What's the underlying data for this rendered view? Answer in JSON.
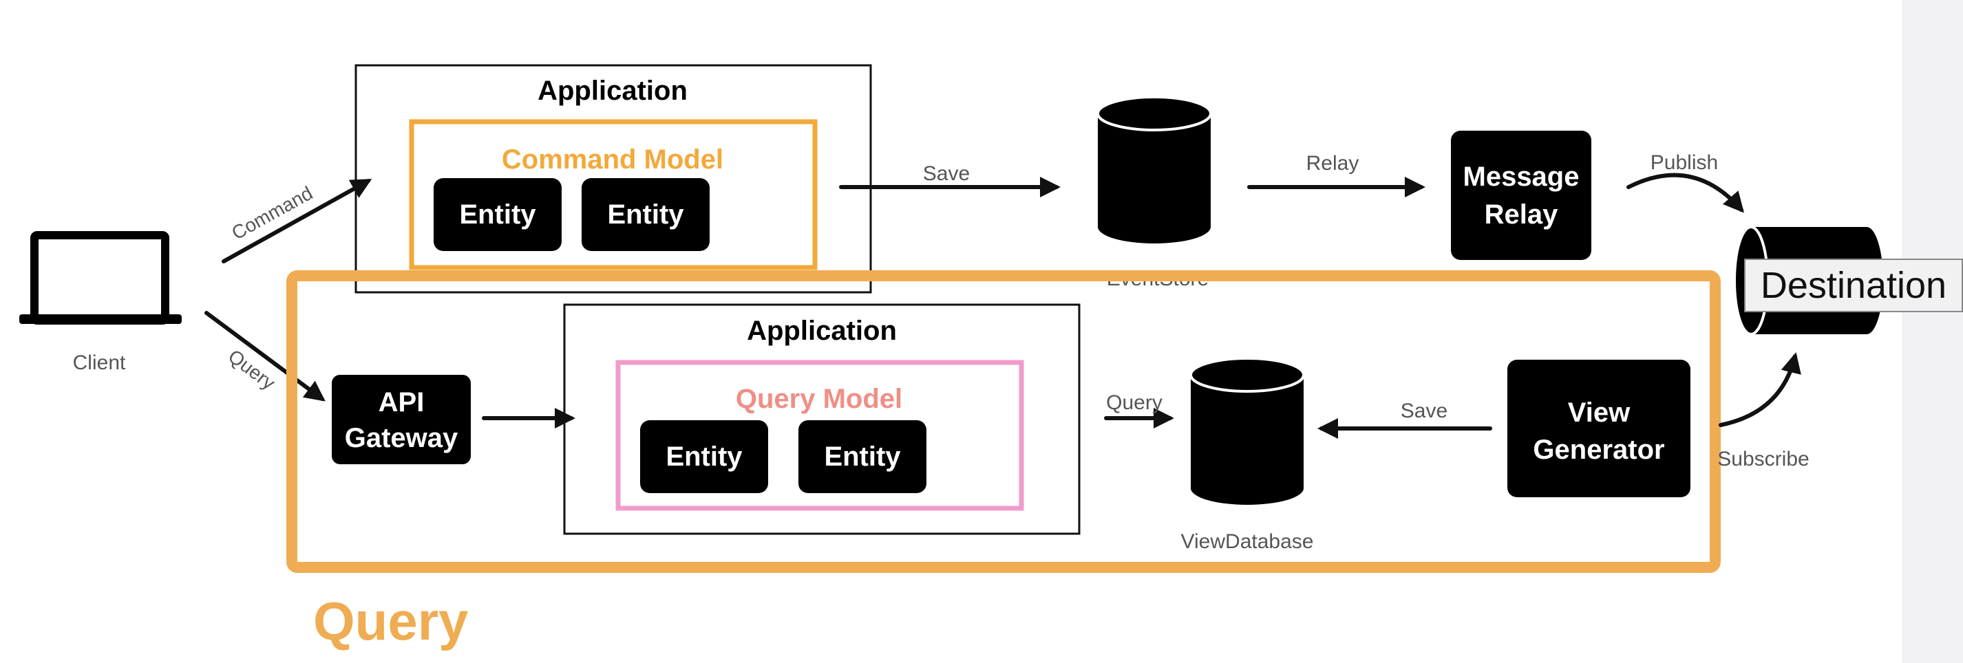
{
  "colors": {
    "accent_orange": "#f0ac52",
    "command_orange": "#f2a93b",
    "query_pink": "#f09ccb",
    "query_title": "#ef8f86",
    "node_black": "#000000"
  },
  "client": {
    "label": "Client",
    "icon": "laptop-icon"
  },
  "edges": {
    "command": "Command",
    "query_in": "Query",
    "save_event": "Save",
    "relay": "Relay",
    "publish": "Publish",
    "query_db": "Query",
    "save_view": "Save",
    "subscribe": "Subscribe"
  },
  "command_side": {
    "app_title": "Application",
    "model_title": "Command Model",
    "entities": [
      "Entity",
      "Entity"
    ],
    "event_store_icon": "database-icon",
    "event_store_label": "EventStore",
    "relay_line1": "Message",
    "relay_line2": "Relay"
  },
  "query_side": {
    "section_label": "Query",
    "gateway_line1": "API",
    "gateway_line2": "Gateway",
    "app_title": "Application",
    "model_title": "Query Model",
    "entities": [
      "Entity",
      "Entity"
    ],
    "view_db_icon": "database-icon",
    "view_db_label": "ViewDatabase",
    "generator_line1": "View",
    "generator_line2": "Generator"
  },
  "destination": {
    "icon": "queue-cylinder-icon",
    "tooltip": "Destination"
  }
}
